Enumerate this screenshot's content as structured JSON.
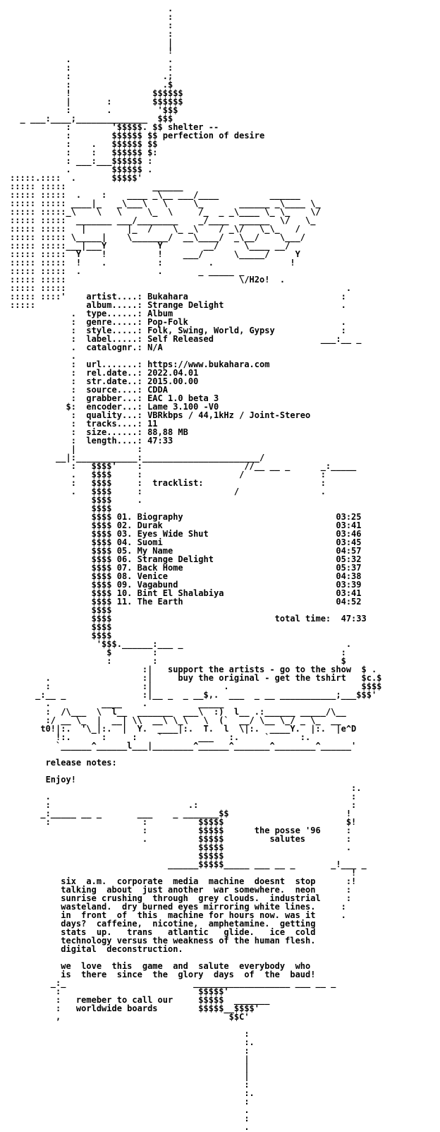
{
  "nfo": {
    "lines": [
      "                               .",
      "                               :",
      "                               :",
      "                               :",
      "                               |",
      "                               !",
      "           .                   .",
      "           :                   :",
      "           :                  .;",
      "           :                  .$",
      "           !                $$$$$$",
      "           |       :        $$$$$$",
      "           :       .         '$$$",
      "  _ ___:____;______________  $$$",
      "           :        '$$$$$. $$ shelter --",
      "           :        $$$$$$ $$ perfection of desire",
      "           :    .   $$$$$$ $$",
      "           :    :   $$$$$$ $:",
      "           : ___:___$$$$$$ :",
      "           .        $$$$$$ .",
      ":::::.::::  .       $$$$$'",
      "::::: :::::                 ______",
      "::::: :::::  .    :    ____ _\\__ ___/____          ______",
      "::::: ::::: ____|_   _\\___\\   \\     \\_       ______ _\\____ \\_",
      "::::: :::::_\\    \\   \\     \\_  \\     /_  _ _\\____ \\_ \\_    \\/",
      "::::: :::::  _______ ___/________    _/____  ______  \\/   \\_",
      "::::: :::::   |        |_  /    \\_ _\\    / _\\/   \\_\\_   /",
      "::::: ::::: \\_____|    \\_______/  __\\____/  _\\__/    \\___/",
      "::::: :::::___|___Y          Y        __/     \\____ __/",
      "::::: :::::  Y    !          !    ___/      \\_____/     Y",
      "::::: :::::  !    .          :         .               !",
      "::::: :::::  .               .       _ _____ _",
      "::::: :::::                                  \\/H2o!  .",
      "::::: :::::                                                       .",
      "::::: ::::'    artist....: Bukahara                              :",
      ":::::          album.....: Strange Delight                       .",
      "            .  type......: Album",
      "            :  genre.....: Pop-Folk                              .",
      "            :  style.....: Folk, Swing, World, Gypsy             :",
      "            :  label.....: Self Released                     ___:__ _",
      "            .  catalognr.: N/A",
      "            .",
      "            :  url.......: https://www.bukahara.com",
      "            :  rel.date..: 2022.04.01",
      "            :  str.date..: 2015.00.00",
      "            :  source....: CDDA",
      "            :  grabber...: EAC 1.0 beta 3",
      "           $:  encoder...: Lame 3.100 -V0",
      "            :  quality...: VBRkbps / 44,1kHz / Joint-Stereo",
      "            :  tracks....: 11",
      "            :  size......: 88,88 MB",
      "            :  length....: 47:33",
      "            |            :",
      "         __|:____________:_______________________/",
      "            :   $$$$'    :                    //__ __ _      _:_____",
      "            .   $$$$     :                   /               :",
      "            :   $$$$     :  tracklist:                       :",
      "            .   $$$$     :                  /                .",
      "                $$$$     .",
      "                $$$$",
      "                $$$$ 01. Biography                              03:25",
      "                $$$$ 02. Durak                                  03:41",
      "                $$$$ 03. Eyes Wide Shut                         03:46",
      "                $$$$ 04. Suomi                                  03:45",
      "                $$$$ 05. My Name                                04:57",
      "                $$$$ 06. Strange Delight                        05:32",
      "                $$$$ 07. Back Home                              05:37",
      "                $$$$ 08. Venice                                 04:38",
      "                $$$$ 09. Vagabund                               03:39",
      "                $$$$ 10. Bint El Shalabiya                      03:41",
      "                $$$$ 11. The Earth                              04:52",
      "                $$$$",
      "                $$$$                                total time:  47:33",
      "                $$$$",
      "                $$$$",
      "                 '$$$.______:___ _                                .",
      "                   $        :                                    :",
      "                   :        :                                    $",
      "                          :|   support the artists - go to the show  $ .",
      "       .                  :|     buy the original - get the tshirt   $c.$",
      "       :                  :|              .                          $$$$",
      "     _:__ _               :|__ _  _ __$,.  ___  _ __ ___________;___$$$'",
      "       .          ____    .          _____",
      "       :  /\\___  \\  l__  _______  ___\\  :)  l__ .:______ _____/\\__",
      "       :/ __ \\_  |  __| \\\\  __\\ \\_\\   \\  (`  __/ \\__ \\_/ _ \\_  __",
      "      t0!|:.  '\\_|:.  |  Y.  ____|:.  T.  l  \\|:.  ____Y.  |:.  |e^D",
      "         !:.      :     :    `       ___   :.     `      :.",
      "         `______^______l___|________^______^_______^________^______'",
      "",
      "       release notes:",
      "",
      "       Enjoy!",
      "                                                                   :.",
      "       .                                                           :",
      "       :                           .:                              :",
      "      _:_____ __ _       ___    _ _______$$                       !",
      "       :                  :          $$$$$                        $!",
      "                          :          $$$$$      the posse '96     :",
      "                          .          $$$$$         salutes        :",
      "                                     $$$$$                        .",
      "                                     $$$$$",
      "                               ______$$$$$_____ ___ __ _       _!___ _",
      "                                                                   !",
      "          six  a.m.  corporate  media  machine  doesnt  stop      :!",
      "          talking  about  just another  war somewhere.  neon      :",
      "          sunrise crushing  through  grey clouds.  industrial     :",
      "          wasteland.  dry burned eyes mirroring white lines.     :",
      "          in  front  of  this  machine for hours now. was it     .",
      "          days?  caffeine,  nicotine,  amphetamine.  getting",
      "          stats  up.   trans   atlantic   glide.   ice  cold",
      "          technology versus the weakness of the human flesh.",
      "          digital  deconstruction.",
      "",
      "          we  love  this  game  and  salute  everybody  who",
      "          is  there  since  the  glory  days  of  the  baud!",
      "        _:_                         ___________________ ___ __ _",
      "         :                           $$$$$'",
      "         :   remeber to call our     $$$$$  _______",
      "         :   worldwide boards        $$$$$__$$$$'",
      "         ,                                 $$C'",
      "",
      "                                              :",
      "                                              :.",
      "                                              :",
      "                                              |",
      "                                              |",
      "                                              |",
      "                                              :",
      "                                              :.",
      "                                              :",
      "                                              .",
      "                                              :",
      "                                              ."
    ]
  }
}
